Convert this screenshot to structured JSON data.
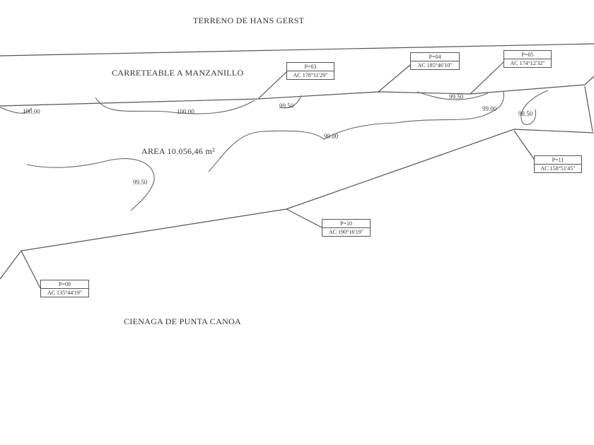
{
  "labels": {
    "north": "TERRENO DE HANS GERST",
    "road": "CARRETEABLE A MANZANILLO",
    "area": "AREA  10.056,46 m²",
    "south": "CIENAGA DE PUNTA CANOA"
  },
  "points": [
    {
      "id": "P=03",
      "angle": "AC 178°11'29\""
    },
    {
      "id": "P=04",
      "angle": "AC 185°46'10\""
    },
    {
      "id": "P=05",
      "angle": "AC 174°12'32\""
    },
    {
      "id": "P=11",
      "angle": "AC 158°51'45\""
    },
    {
      "id": "P=10",
      "angle": "AC 190°16'19\""
    },
    {
      "id": "P=09",
      "angle": "AC 135°44'19\""
    }
  ],
  "contours": [
    "100.00",
    "100.00",
    "99.50",
    "99.50",
    "99.00",
    "99.00",
    "98.50",
    "99.50"
  ]
}
